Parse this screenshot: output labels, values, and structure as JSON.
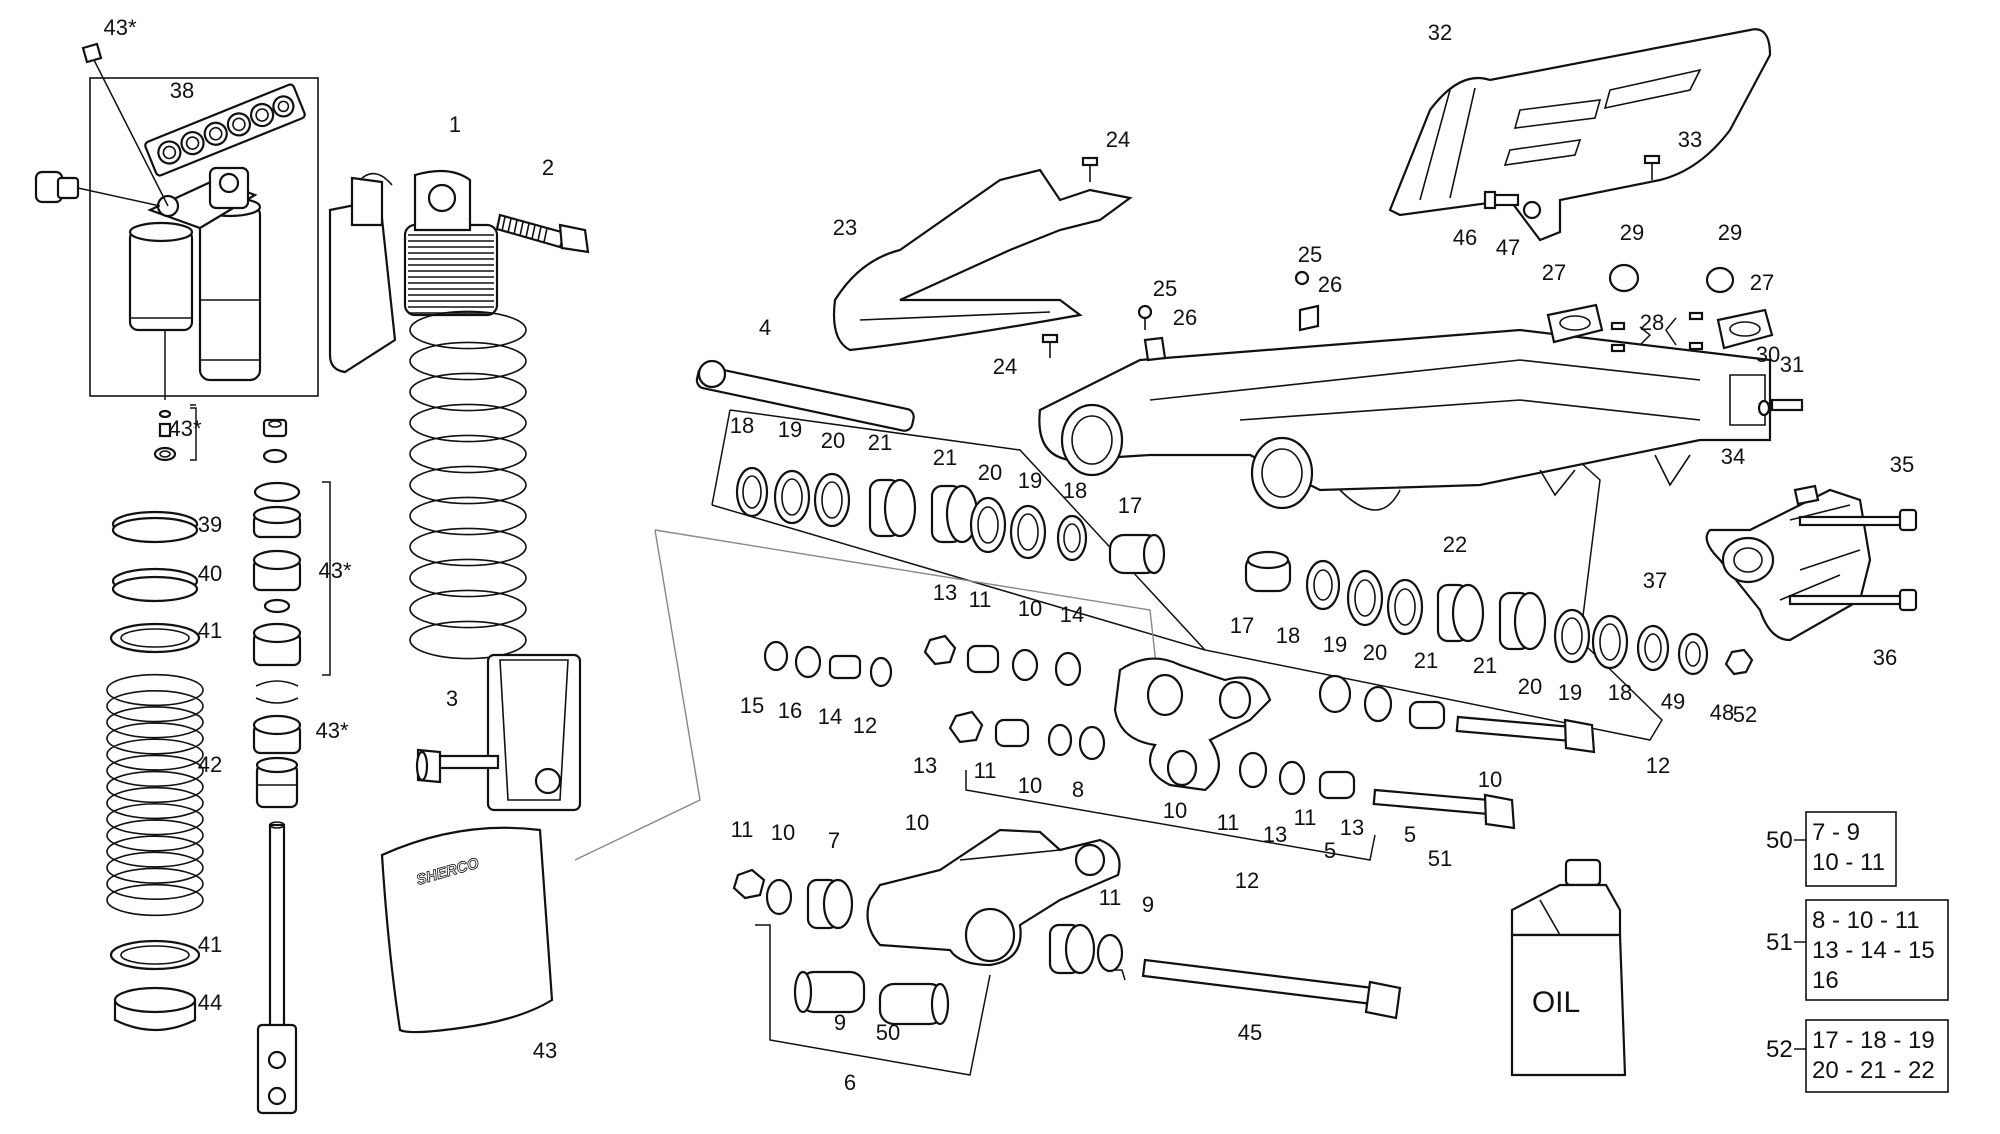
{
  "colors": {
    "line": "#111111",
    "background": "#ffffff",
    "callout_grey": "#888888"
  },
  "oil_bottle": {
    "text": "OIL"
  },
  "bag_logo": "SHERCO",
  "kits": [
    {
      "ref": "50",
      "lines": [
        "7 - 9",
        "10 - 11"
      ]
    },
    {
      "ref": "51",
      "lines": [
        "8 - 10 - 11",
        "13 - 14 - 15",
        "16"
      ]
    },
    {
      "ref": "52",
      "lines": [
        "17 - 18 - 19",
        "20 - 21 - 22"
      ]
    }
  ],
  "labels": [
    "43*",
    "38",
    "1",
    "2",
    "43*",
    "39",
    "40",
    "41",
    "43*",
    "43*",
    "42",
    "41",
    "44",
    "3",
    "43",
    "4",
    "18",
    "19",
    "20",
    "21",
    "21",
    "20",
    "19",
    "18",
    "17",
    "22",
    "23",
    "24",
    "24",
    "25",
    "26",
    "25",
    "26",
    "32",
    "33",
    "46",
    "47",
    "27",
    "29",
    "29",
    "27",
    "28",
    "30",
    "31",
    "34",
    "35",
    "37",
    "36",
    "17",
    "18",
    "19",
    "20",
    "21",
    "21",
    "20",
    "19",
    "18",
    "49",
    "48",
    "52",
    "12",
    "13",
    "11",
    "10",
    "14",
    "15",
    "16",
    "14",
    "12",
    "13",
    "11",
    "10",
    "8",
    "10",
    "11",
    "13",
    "5",
    "10",
    "11",
    "13",
    "5",
    "51",
    "12",
    "11",
    "10",
    "7",
    "10",
    "11",
    "9",
    "9",
    "50",
    "6",
    "45"
  ]
}
